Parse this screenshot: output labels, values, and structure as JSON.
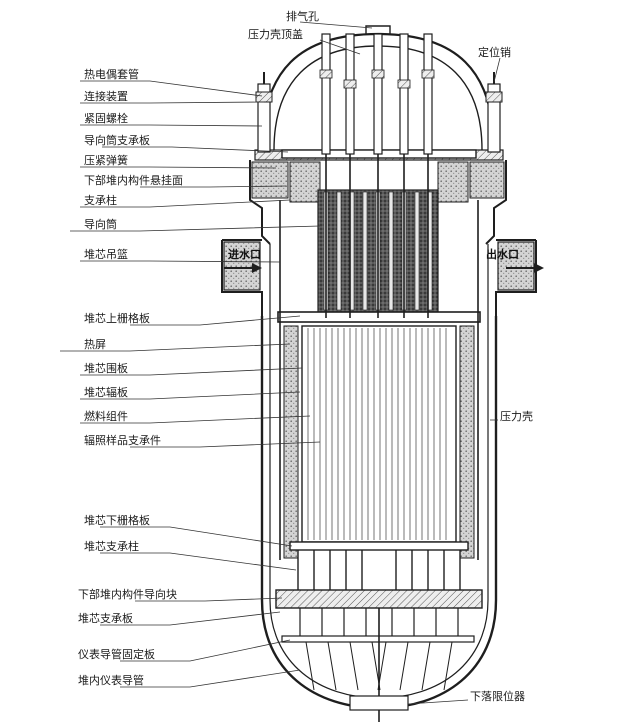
{
  "colors": {
    "ink": "#1e1e1e",
    "shade": "#bdbdbd",
    "paper": "#ffffff"
  },
  "labels_left": [
    "热电偶套管",
    "连接装置",
    "紧固螺栓",
    "导向筒支承板",
    "压紧弹簧",
    "下部堆内构件悬挂面",
    "支承柱",
    "导向筒",
    "堆芯吊篮",
    "堆芯上栅格板",
    "热屏",
    "堆芯围板",
    "堆芯辐板",
    "燃料组件",
    "辐照样品支承件",
    "堆芯下栅格板",
    "堆芯支承柱",
    "下部堆内构件导向块",
    "堆芯支承板",
    "仪表导管固定板",
    "堆内仪表导管"
  ],
  "labels_top": {
    "vent_hole": "排气孔",
    "head_dome": "压力壳顶盖",
    "locating_pin": "定位销"
  },
  "labels_right": {
    "pressure_vessel": "压力壳",
    "lower_stop": "下落限位器"
  },
  "nozzles": {
    "inlet": "进水口",
    "outlet": "出水口"
  }
}
